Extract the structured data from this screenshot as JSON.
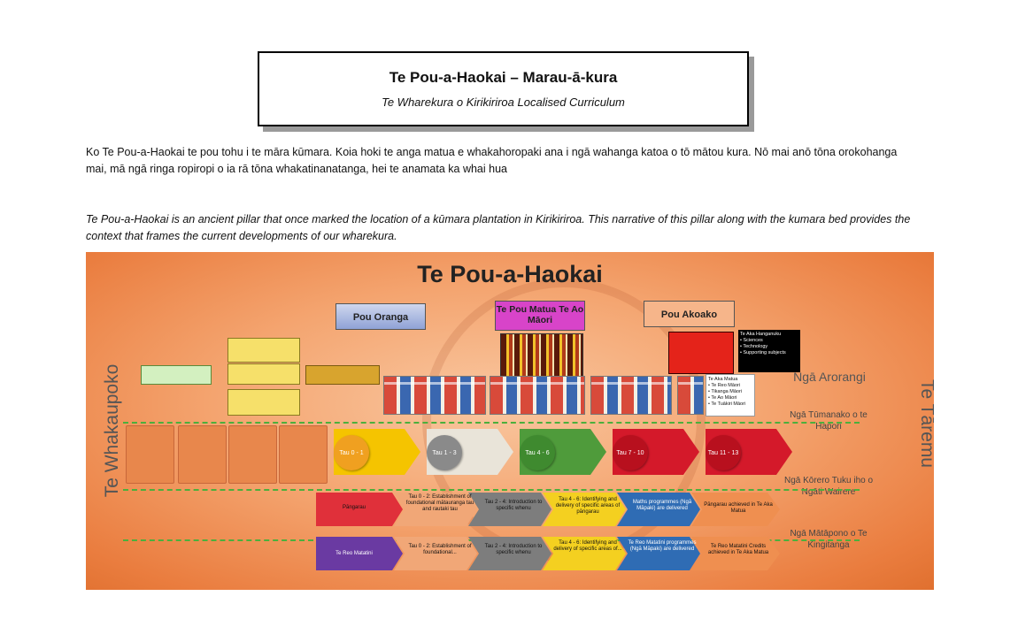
{
  "header": {
    "title": "Te Pou-a-Haokai – Marau-ā-kura",
    "subtitle": "Te Wharekura o Kirikiriroa Localised Curriculum"
  },
  "paragraphs": {
    "maori": "Ko Te Pou-a-Haokai te pou tohu i te māra kūmara. Koia hoki te anga matua e whakahoropaki ana i ngā wahanga katoa o tō mātou kura. Nō mai anō tōna orokohanga mai, mā ngā ringa ropiropi o ia rā tōna whakatinanatanga, hei te anamata ka whai hua",
    "english": "Te Pou-a-Haokai is an ancient pillar that once marked the location of a kūmara plantation in Kirikiriroa. This narrative of this pillar along with the kumara bed provides the context that frames the current developments of our wharekura."
  },
  "diagram": {
    "title": "Te Pou-a-Haokai",
    "left_vertical": "Te Whakaupoko",
    "right_vertical": "Te Tāremu",
    "pou": [
      "Pou Oranga",
      "Te Pou Matua Te Ao Māori",
      "Pou Akoako"
    ],
    "right_heading": "Ngā Arorangi",
    "right_labels": [
      "Ngā Tūmanako o te Hapori",
      "Ngā Kōrero Tuku iho o Ngāti Wairere",
      "Ngā Mātāpono o Te Kingitanga"
    ],
    "ako": {
      "hanganuku_title": "Te Aka Hanganuku",
      "hanganuku_items": [
        "• Sciences",
        "• Technology",
        "• Supporting subjects"
      ],
      "matua_title": "Te Aka Matua",
      "matua_items": [
        "• Te Reo Māori",
        "• Tikanga Māori",
        "• Te Ao Māori",
        "• Te Tuākiri Māori"
      ]
    },
    "tau_circles": [
      "Tau 0 - 1",
      "Tau 1 - 3",
      "Tau 4 - 6",
      "Tau 7 - 10",
      "Tau 11 - 13"
    ],
    "row1": [
      "Pāngarau",
      "Tau 0 - 2: Establishment of foundational mātauranga tau and rautaki tau",
      "Tau 2 - 4: Introduction to specific whenu",
      "Tau 4 - 6: Identifying and delivery of specific areas of pāngarau",
      "Maths programmes (Ngā Māpaki) are delivered",
      "Pāngarau achieved in Te Aka Matua"
    ],
    "row2": [
      "Te Reo Matatini",
      "Tau 0 - 2: Establishment of foundational...",
      "Tau 2 - 4: Introduction to specific whenu",
      "Tau 4 - 6: Identifying and delivery of specific areas of...",
      "Te Reo Matatini programmes (Ngā Māpaki) are delivered",
      "Te Reo Matatini Credits achieved in Te Aka Matua"
    ],
    "colors": {
      "row_red": "#e0303a",
      "row_peach": "#f1a777",
      "row_grey": "#7d7d7d",
      "row_yellow": "#f4d020",
      "row_blue": "#2f6cb4",
      "row_orange": "#ef8f50",
      "purple": "#6a3aa2"
    }
  }
}
